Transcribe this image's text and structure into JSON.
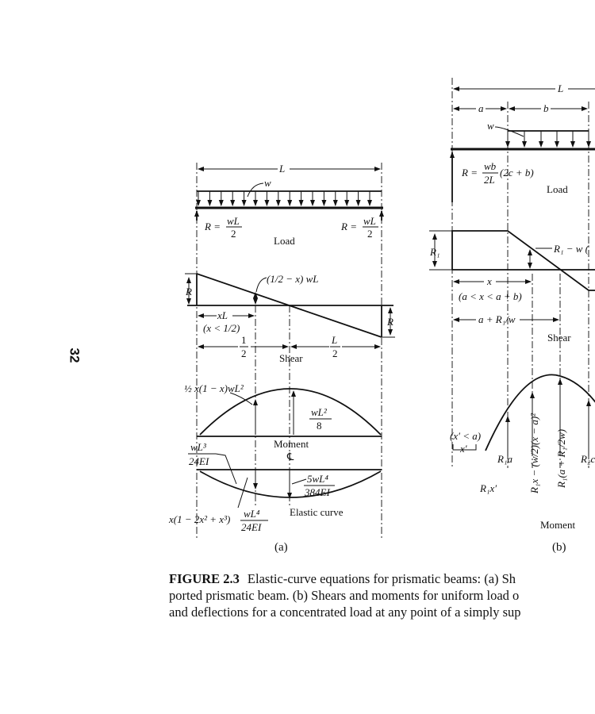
{
  "page_number": "32",
  "figure_a": {
    "span_label": "L",
    "load_label": "w",
    "reaction_left": "R = ",
    "reaction_right": "R = ",
    "reaction_num": "wL",
    "reaction_den": "2",
    "load_title": "Load",
    "shear_R": "R",
    "shear_formula": "(1/2 − x) wL",
    "xL_label": "xL",
    "x_condition": "(x < 1/2)",
    "half_num": "1",
    "half_den": "2",
    "L2_num": "L",
    "L2_den": "2",
    "shear_title": "Shear",
    "moment_formula": "½ x(1 − x)wL²",
    "moment_max_num": "wL²",
    "moment_max_den": "8",
    "moment_title": "Moment",
    "centerline": "℄",
    "slope_num": "wL³",
    "slope_den": "24EI",
    "deflection_max_num": "5wL⁴",
    "deflection_max_den": "384EI",
    "elastic_title": "Elastic curve",
    "deflection_formula": "x(1 − 2x² + x³)",
    "deflection_num": "wL⁴",
    "deflection_den": "24EI",
    "panel_label": "(a)"
  },
  "figure_b": {
    "span_label": "L",
    "a_label": "a",
    "b_label": "b",
    "load_label": "w",
    "reaction_formula": "R = ",
    "reaction_num": "wb",
    "reaction_den": "2L",
    "reaction_tail": "(2c + b)",
    "load_title": "Load",
    "shear_R1": "R₁",
    "shear_formula": "R₁ − w (",
    "x_label": "x",
    "x_condition": "(a < x < a + b)",
    "zero_shear": "a + R₁/w",
    "shear_title": "Shear",
    "xprime_condition": "(x′ < a)",
    "xprime_label": "x′",
    "m_R1a": "R₁a",
    "m_R1x": "R₁x′",
    "m_mid": "R₁x − (w/2)(x − a)²",
    "m_max": "R₁(a + R₁/2w)",
    "m_R2": "R₂c",
    "moment_title": "Moment",
    "panel_label": "(b)"
  },
  "caption": {
    "label": "FIGURE 2.3",
    "lines": [
      "Elastic-curve equations for prismatic beams: (a) Sh",
      "ported prismatic beam. (b) Shears and moments for uniform load o",
      "and deflections for a concentrated load at any point of a simply sup"
    ]
  }
}
